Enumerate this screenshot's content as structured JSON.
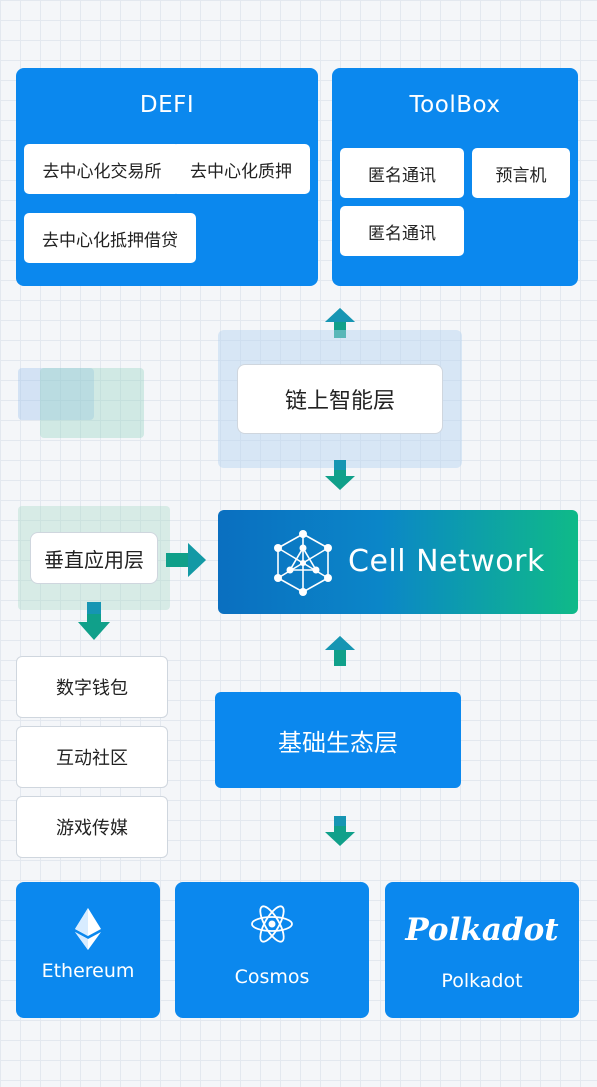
{
  "defi": {
    "title": "DEFI",
    "items": [
      "去中心化交易所",
      "去中心化质押",
      "去中心化抵押借贷"
    ]
  },
  "toolbox": {
    "title": "ToolBox",
    "items": [
      "匿名通讯",
      "预言机",
      "匿名通讯"
    ]
  },
  "onchain_layer": "链上智能层",
  "vertical_layer": "垂直应用层",
  "cell_network": "Cell Network",
  "base_layer": "基础生态层",
  "apps": [
    "数字钱包",
    "互动社区",
    "游戏传媒"
  ],
  "chains": {
    "ethereum": "Ethereum",
    "cosmos": "Cosmos",
    "polkadot_logo": "Polkadot",
    "polkadot": "Polkadot"
  },
  "colors": {
    "panel_blue": "#0b88ee",
    "arrow_teal": "#10a08a",
    "network_gradient_start": "#0a6fc0",
    "network_gradient_end": "#0fba88"
  }
}
